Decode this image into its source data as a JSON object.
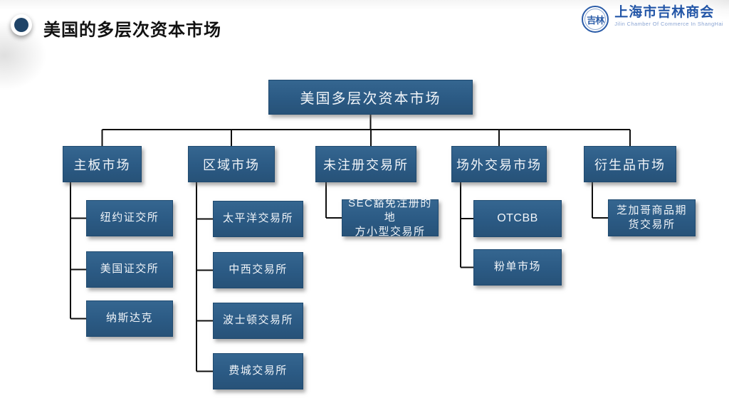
{
  "slide": {
    "title": "美国的多层次资本市场",
    "logo": {
      "emblem_text": "吉林",
      "org_name": "上海市吉林商会",
      "org_name_en": "Jilin Chamber Of Commerce In ShangHai"
    }
  },
  "colors": {
    "box_fill": "#2B5A84",
    "box_text": "#F1F5F9",
    "connector": "#0F0F0F",
    "title_bullet": "#1F4468",
    "logo_blue": "#2356A7",
    "logo_light_blue": "#8BA5D3"
  },
  "chart_data": {
    "type": "tree",
    "title": "美国的多层次资本市场",
    "root": {
      "label": "美国多层次资本市场"
    },
    "branches": [
      {
        "label": "主板市场",
        "children": [
          {
            "label": "纽约证交所"
          },
          {
            "label": "美国证交所"
          },
          {
            "label": "纳斯达克"
          }
        ]
      },
      {
        "label": "区域市场",
        "children": [
          {
            "label": "太平洋交易所"
          },
          {
            "label": "中西交易所"
          },
          {
            "label": "波士顿交易所"
          },
          {
            "label": "费城交易所"
          }
        ]
      },
      {
        "label": "未注册交易所",
        "children": [
          {
            "label": "SEC豁免注册的地\n方小型交易所"
          }
        ]
      },
      {
        "label": "场外交易市场",
        "children": [
          {
            "label": "OTCBB"
          },
          {
            "label": "粉单市场"
          }
        ]
      },
      {
        "label": "衍生品市场",
        "children": [
          {
            "label": "芝加哥商品期\n货交易所"
          }
        ]
      }
    ]
  }
}
